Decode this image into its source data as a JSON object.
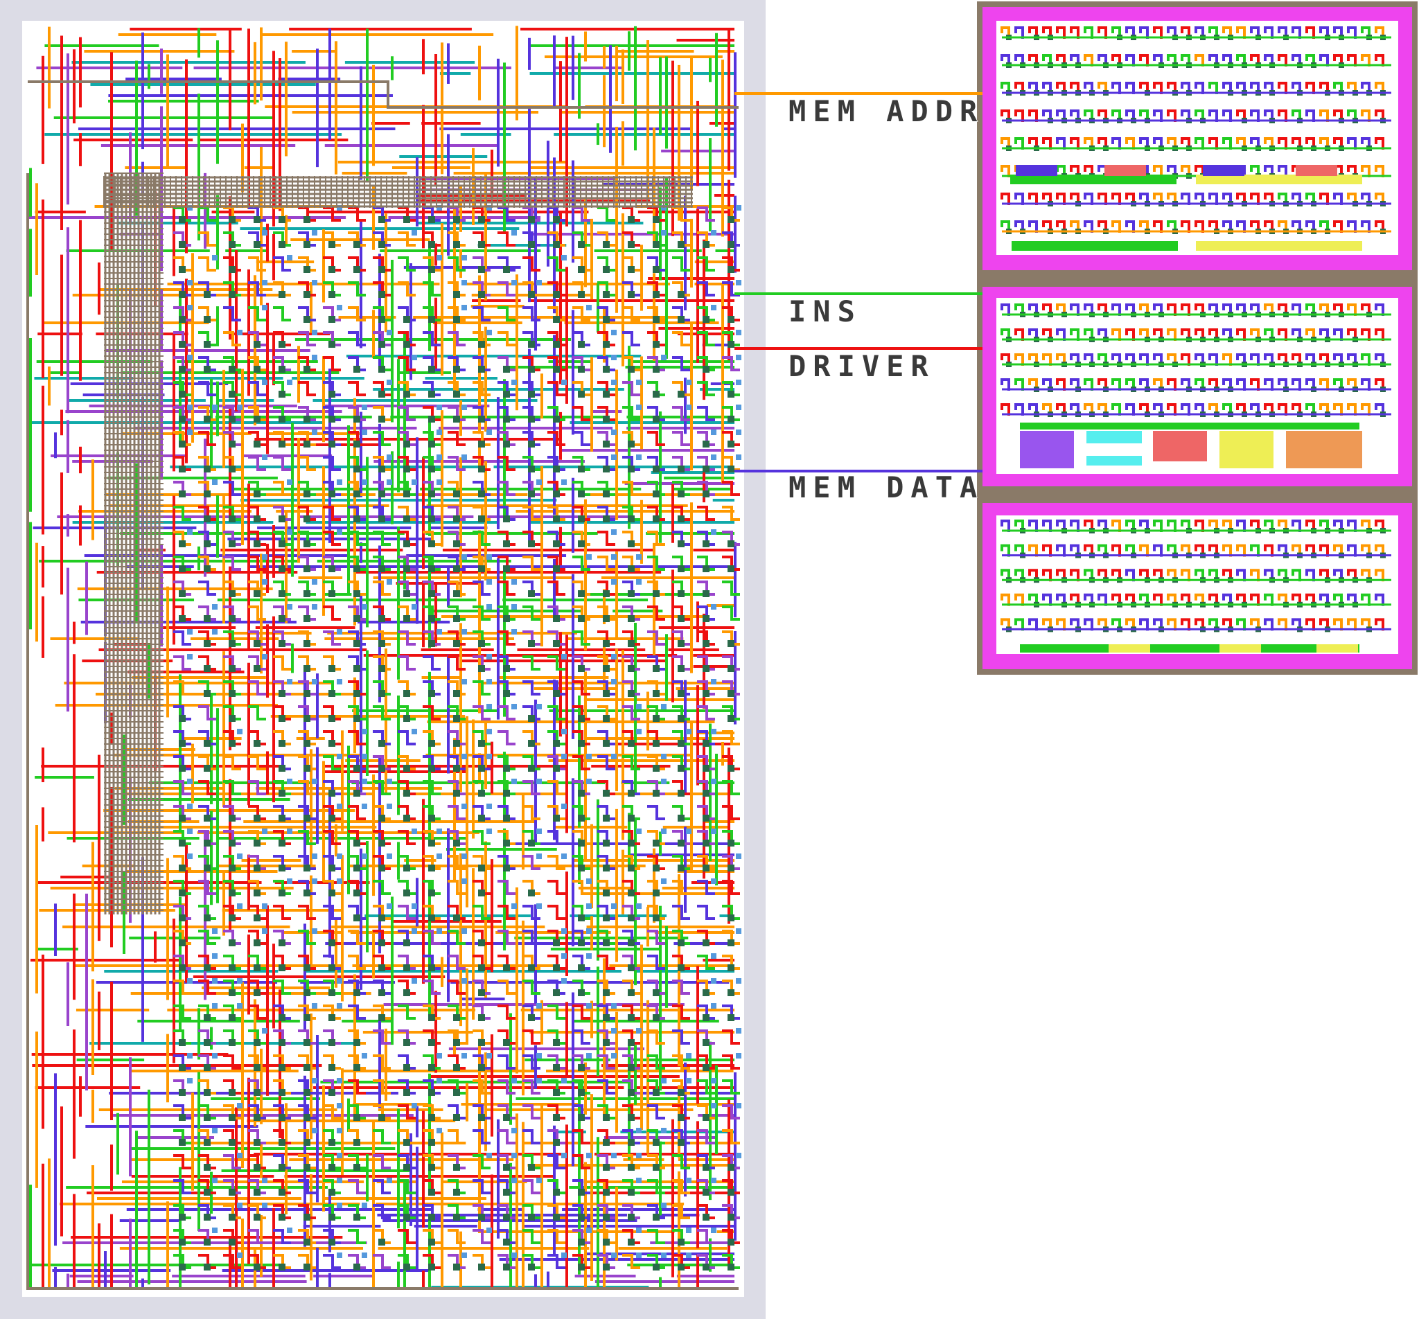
{
  "labels": {
    "mem_addr": "MEM ADDR",
    "ins": "INS",
    "driver": "DRIVER",
    "mem_data": "MEM DATA"
  },
  "colors": {
    "background": "#ffffff",
    "left_margin": "#dcdce6",
    "wire_red": "#ee1111",
    "wire_blue": "#5533dd",
    "wire_green": "#22cc22",
    "wire_orange": "#ff9900",
    "wire_brown": "#8a7a68",
    "wire_purple": "#9944cc",
    "wire_teal": "#11aaaa",
    "node": "#2a6a4a",
    "module_border": "#ee44ee",
    "module_frame": "#8a7a68",
    "fill_yellow": "#eeee55",
    "fill_cyan": "#55eeee",
    "fill_coral": "#ee6666",
    "fill_peach": "#ee9955",
    "fill_violet": "#9955ee"
  },
  "components": [
    {
      "name": "circuit-board",
      "icon": "circuit-grid"
    },
    {
      "name": "memory-address-module",
      "icon": "register-block"
    },
    {
      "name": "instruction-driver-module",
      "icon": "register-block"
    },
    {
      "name": "memory-data-module",
      "icon": "register-block"
    }
  ]
}
